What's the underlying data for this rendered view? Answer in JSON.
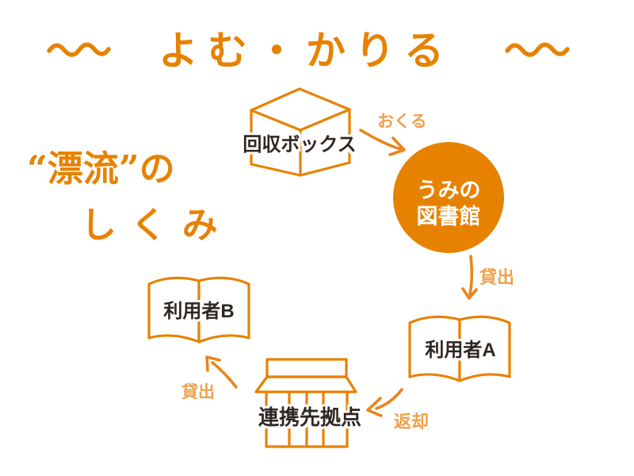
{
  "title": "よむ・かりる",
  "subtitle": {
    "line1": "“漂流”の",
    "line2": "しくみ"
  },
  "nodes": {
    "collection_box": "回収ボックス",
    "library_line1": "うみの",
    "library_line2": "図書館",
    "user_a": "利用者A",
    "user_b": "利用者B",
    "partner_site": "連携先拠点"
  },
  "arrows": {
    "send": "おくる",
    "lend_to_user_a": "貸出",
    "return_to_partner": "返却",
    "lend_to_user_b": "貸出"
  },
  "colors": {
    "primary_orange": "#E78200",
    "arrow_orange": "#E8851E",
    "label_orange": "#F0A14C",
    "text_dark": "#2E2722",
    "background": "#FFFFFF"
  }
}
